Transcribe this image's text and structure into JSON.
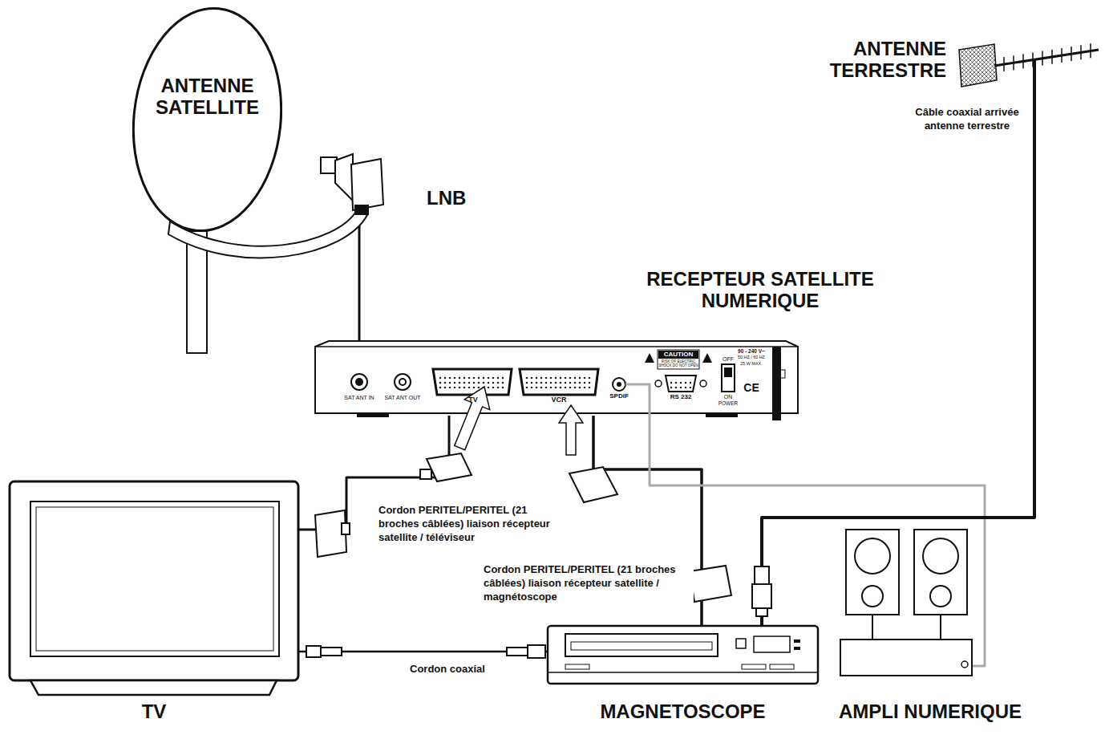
{
  "diagram": {
    "nodes": [
      {
        "text": [
          "ANTENNE SATELLITE"
        ]
      },
      {
        "text": [
          "LNB"
        ]
      },
      {
        "text": [
          "RECEPTEUR SATELLITE NUMERIQUE"
        ]
      },
      {
        "text": [
          "TV"
        ]
      },
      {
        "text": [
          "MAGNETOSCOPE"
        ]
      },
      {
        "text": [
          "AMPLI NUMERIQUE"
        ]
      },
      {
        "text": [
          "ANTENNE TERRESTRE"
        ]
      }
    ],
    "edges": [
      {
        "from": 1,
        "to": 2,
        "arrow": "none"
      },
      {
        "from": 2,
        "to": 3,
        "label": "Cordon PERITEL/PERITEL (21 broches câblées) liaison récepteur satellite / téléviseur",
        "arrow": "none"
      },
      {
        "from": 2,
        "to": 4,
        "label": "Cordon PERITEL/PERITEL (21 broches câblées) liaison récepteur satellite / magnétoscope",
        "arrow": "none"
      },
      {
        "from": 4,
        "to": 3,
        "label": "Cordon coaxial",
        "arrow": "none"
      },
      {
        "from": 2,
        "to": 5,
        "arrow": "none"
      },
      {
        "from": 6,
        "to": 4,
        "label": "Câble coaxial arrivée antenne terrestre",
        "arrow": "none"
      }
    ],
    "labels": [
      "SAT ANT IN",
      "SAT ANT OUT",
      "TV",
      "VCR",
      "SPDIF",
      "RS 232",
      "CAUTION",
      "RISK OF ELECTRIC SHOCK DO NOT OPEN",
      "OFF",
      "ON",
      "POWER",
      "90 - 240 V~",
      "50 HZ / 60 HZ",
      "25 W MAX.",
      "CE"
    ]
  }
}
